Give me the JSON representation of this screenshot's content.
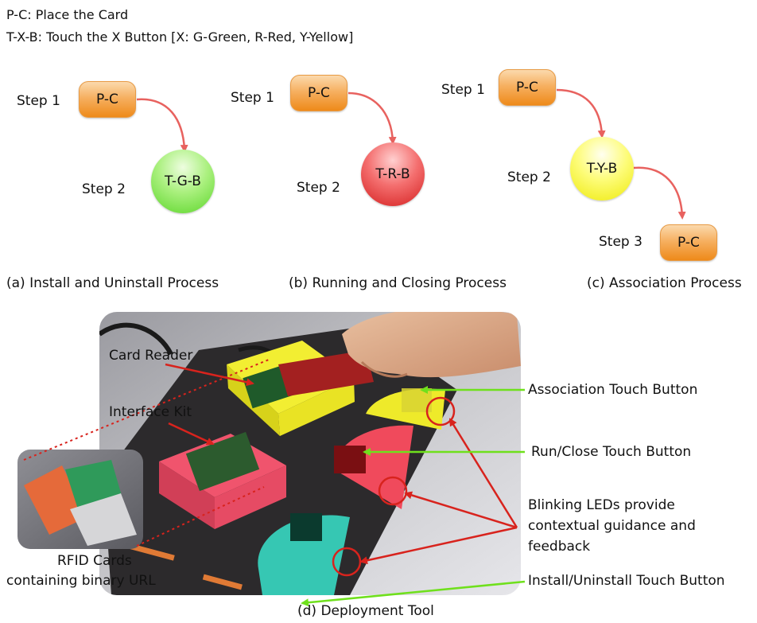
{
  "legend": {
    "line1": "P-C: Place the Card",
    "line2": "T-X-B: Touch the X Button [X: G-Green, R-Red, Y-Yellow]"
  },
  "panel_a": {
    "caption": "(a) Install and Uninstall Process",
    "step1_label": "Step 1",
    "step2_label": "Step 2",
    "node1": "P-C",
    "node2": "T-G-B"
  },
  "panel_b": {
    "caption": "(b) Running and Closing Process",
    "step1_label": "Step 1",
    "step2_label": "Step 2",
    "node1": "P-C",
    "node2": "T-R-B"
  },
  "panel_c": {
    "caption": "(c) Association Process",
    "step1_label": "Step 1",
    "step2_label": "Step 2",
    "step3_label": "Step 3",
    "node1": "P-C",
    "node2": "T-Y-B",
    "node3": "P-C"
  },
  "panel_d": {
    "caption": "(d) Deployment Tool",
    "labels": {
      "card_reader": "Card Reader",
      "interface_kit": "Interface Kit",
      "rfid_line1": "RFID Cards",
      "rfid_line2": "containing binary URL",
      "association_button": "Association Touch Button",
      "run_close_button": "Run/Close Touch Button",
      "leds_line1": "Blinking LEDs provide",
      "leds_line2": "contextual guidance and",
      "leds_line3": "feedback",
      "install_button": "Install/Uninstall Touch Button"
    }
  },
  "colors": {
    "arrow": "#e8625f",
    "place_card": "#f6b061",
    "green_button": "#5cd62b",
    "red_button": "#d41f1f",
    "yellow_button": "#eeea0c",
    "callout_red": "#d8231d",
    "callout_green": "#6fe01c"
  }
}
